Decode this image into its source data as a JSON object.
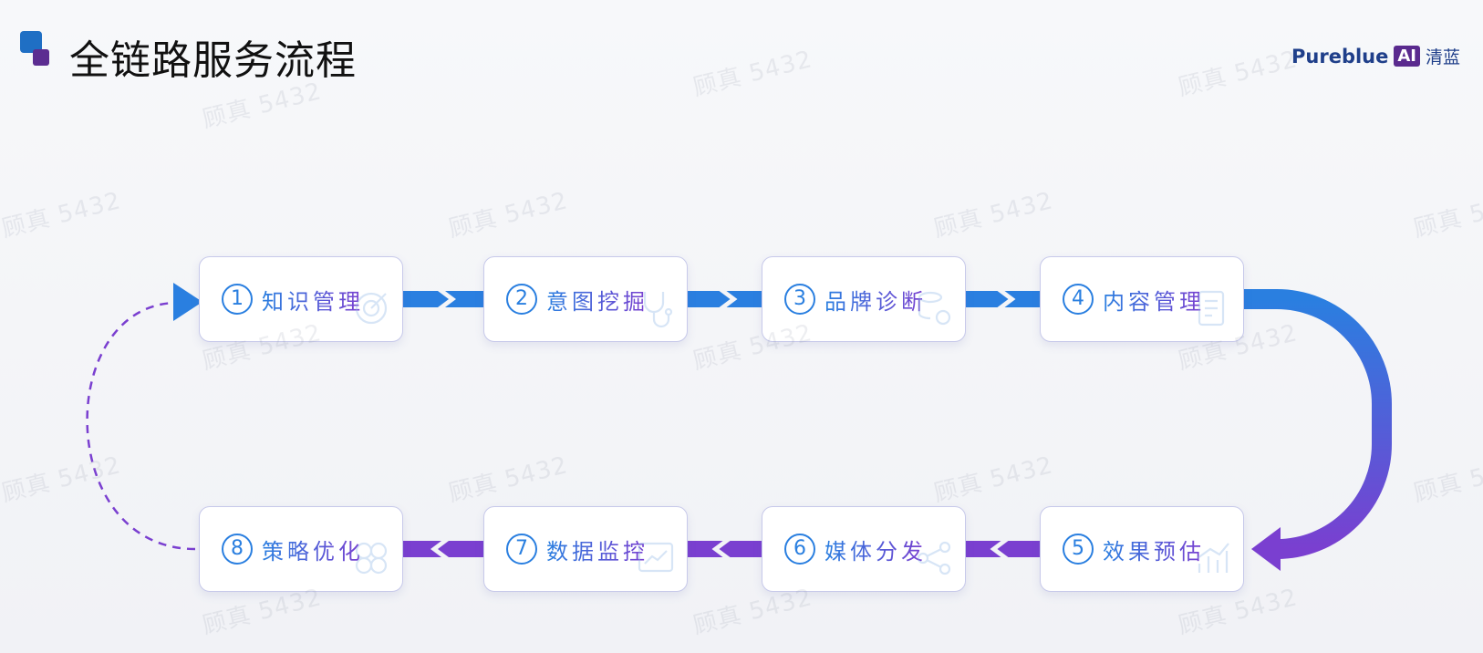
{
  "header": {
    "title": "全链路服务流程",
    "brand_name": "Pureblue",
    "brand_ai": "AI",
    "brand_cn": "清蓝"
  },
  "watermark": "顾真 5432",
  "colors": {
    "blue": "#2a7fe0",
    "purple": "#7a3fd0",
    "title_square_blue": "#1f6fc4",
    "title_square_purple": "#5c2d91"
  },
  "steps": [
    {
      "num": "1",
      "label": "知识管理",
      "icon": "target-icon"
    },
    {
      "num": "2",
      "label": "意图挖掘",
      "icon": "stethoscope-icon"
    },
    {
      "num": "3",
      "label": "品牌诊断",
      "icon": "database-gear-icon"
    },
    {
      "num": "4",
      "label": "内容管理",
      "icon": "document-icon"
    },
    {
      "num": "5",
      "label": "效果预估",
      "icon": "bar-chart-icon"
    },
    {
      "num": "6",
      "label": "媒体分发",
      "icon": "share-icon"
    },
    {
      "num": "7",
      "label": "数据监控",
      "icon": "line-chart-icon"
    },
    {
      "num": "8",
      "label": "策略优化",
      "icon": "clover-icon"
    }
  ]
}
